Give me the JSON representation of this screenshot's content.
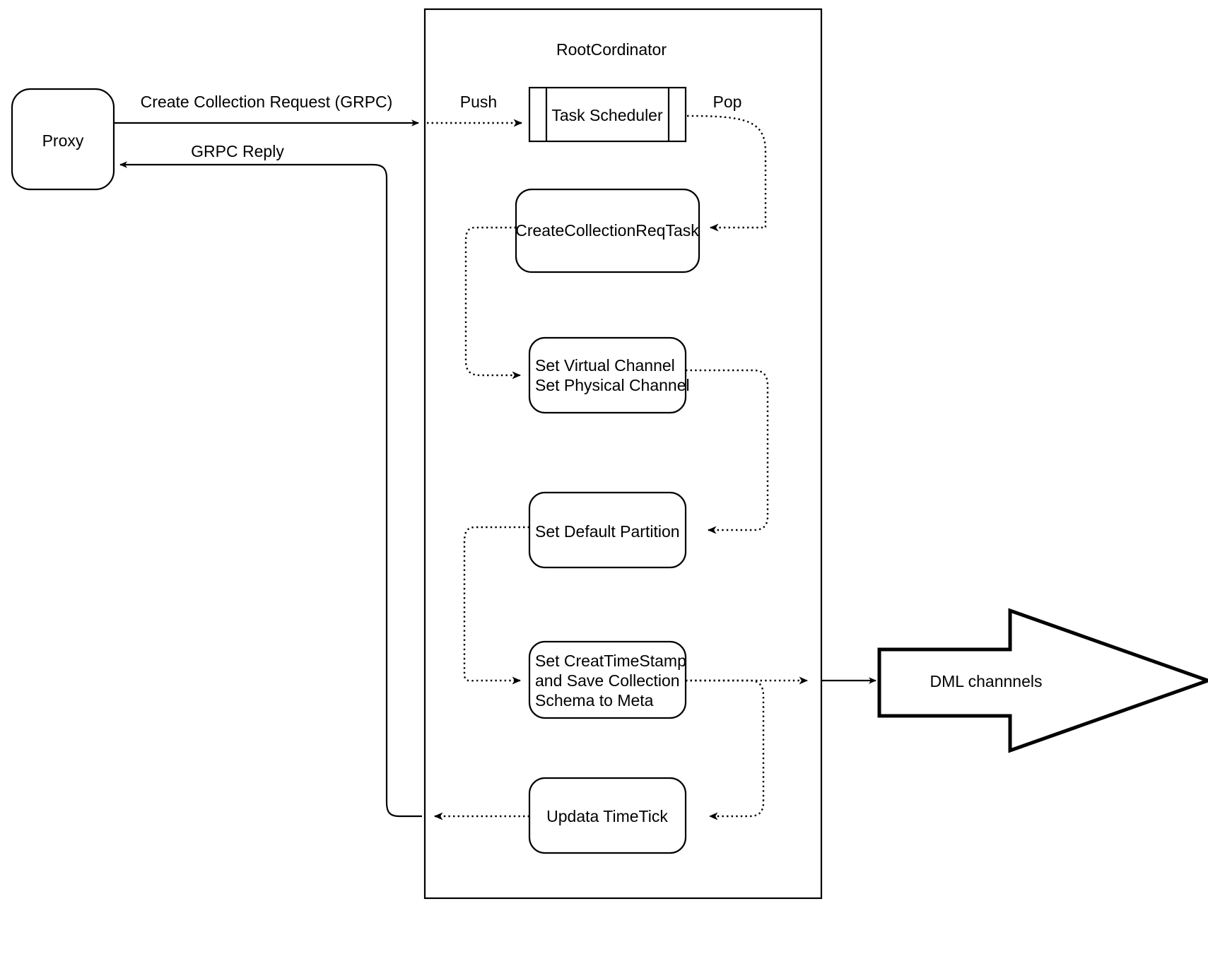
{
  "diagram": {
    "title_note": "Milvus RootCoordinator create-collection flow diagram",
    "container": {
      "label": "RootCordinator"
    },
    "nodes": {
      "proxy": {
        "label": "Proxy"
      },
      "task_scheduler": {
        "label": "Task Scheduler"
      },
      "create_collection_req_task": {
        "label": "CreateCollectionReqTask"
      },
      "set_channels": {
        "line1": "Set Virtual Channel",
        "line2": "Set Physical Channel"
      },
      "set_default_partition": {
        "label": "Set Default Partition"
      },
      "set_timestamp": {
        "line1": "Set CreatTimeStamp",
        "line2": "and Save Collection",
        "line3": "Schema to Meta"
      },
      "update_timetick": {
        "label": "Updata TimeTick"
      },
      "dml_channels": {
        "label": "DML channnels"
      }
    },
    "edge_labels": {
      "create_collection_request": "Create Collection Request (GRPC)",
      "grpc_reply": "GRPC Reply",
      "push": "Push",
      "pop": "Pop"
    },
    "colors": {
      "stroke": "#000000",
      "fill": "#ffffff",
      "background": "#ffffff"
    }
  }
}
